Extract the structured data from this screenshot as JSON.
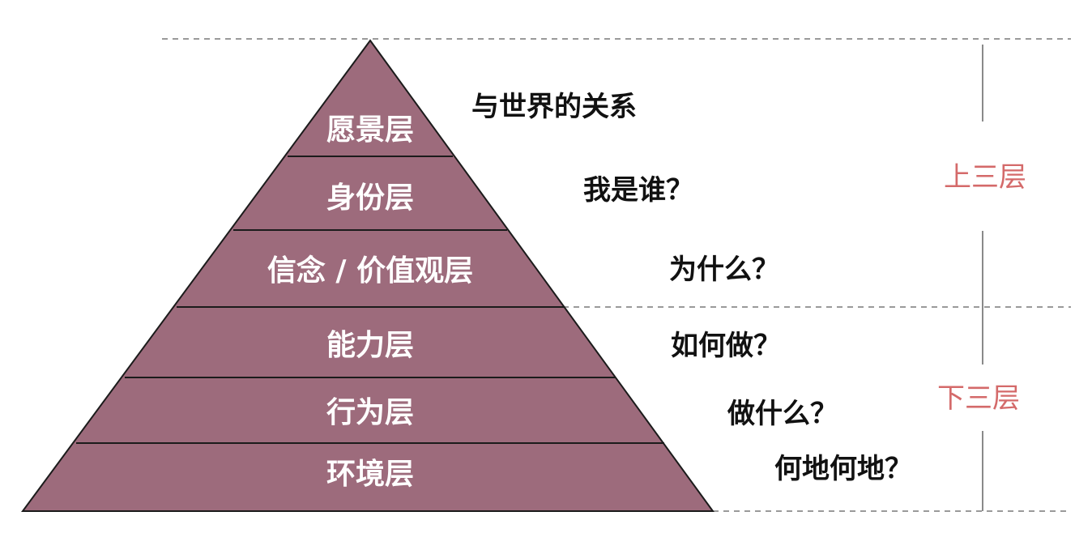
{
  "layers": [
    {
      "name": "愿景层",
      "question": "与世界的关系"
    },
    {
      "name": "身份层",
      "question": "我是谁？"
    },
    {
      "name": "信念 / 价值观层",
      "question": "为什么？"
    },
    {
      "name": "能力层",
      "question": "如何做？"
    },
    {
      "name": "行为层",
      "question": "做什么？"
    },
    {
      "name": "环境层",
      "question": "何地何地？"
    }
  ],
  "groups": {
    "upper": "上三层",
    "lower": "下三层"
  },
  "colors": {
    "pyramid_fill": "#9d6b7c",
    "separator": "#1b1b1b",
    "group_label": "#d46a6a"
  }
}
